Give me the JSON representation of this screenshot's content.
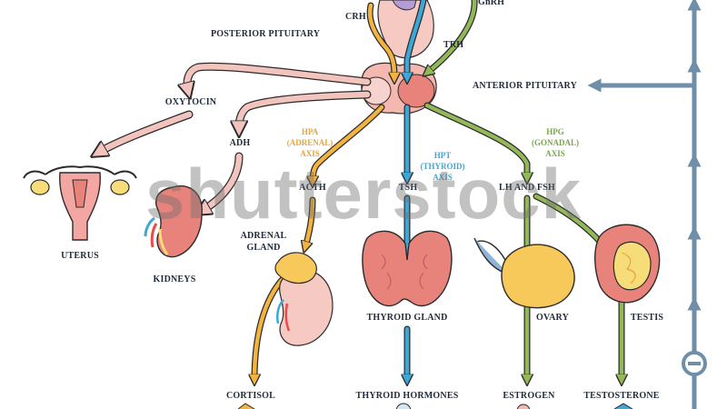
{
  "labels": {
    "gnrh": "GnRH",
    "crh": "CRH",
    "trh": "TRH",
    "posterior_pituitary": "POSTERIOR PITUITARY",
    "anterior_pituitary": "ANTERIOR PITUITARY",
    "oxytocin": "OXYTOCIN",
    "adh": "ADH",
    "acth": "ACTH",
    "tsh": "TSH",
    "lh_fsh": "LH AND FSH",
    "uterus": "UTERUS",
    "kidneys": "KIDNEYS",
    "adrenal_gland_1": "ADRENAL",
    "adrenal_gland_2": "GLAND",
    "thyroid_gland": "THYROID GLAND",
    "ovary": "OVARY",
    "testis": "TESTIS",
    "cortisol": "CORTISOL",
    "thyroid_hormones": "THYROID HORMONES",
    "estrogen": "ESTROGEN",
    "testosterone": "TESTOSTERONE"
  },
  "axes": {
    "hpa": {
      "line1": "HPA",
      "line2": "(ADRENAL)",
      "line3": "AXIS",
      "color": "#e8a33a"
    },
    "hpt": {
      "line1": "HPT",
      "line2": "(THYROID)",
      "line3": "AXIS",
      "color": "#3fa7d6"
    },
    "hpg": {
      "line1": "HPG",
      "line2": "(GONADAL)",
      "line3": "AXIS",
      "color": "#79a84a"
    }
  },
  "colors": {
    "pink_arrow": "#f2c4bd",
    "orange_arrow": "#f3b33f",
    "blue_arrow": "#3fa7d6",
    "green_arrow": "#92b85a",
    "feedback": "#6f8ea8",
    "organ_outline": "#2b2b2b"
  },
  "watermark": "shutterstock",
  "feedback_icon": "minus-circle-icon"
}
